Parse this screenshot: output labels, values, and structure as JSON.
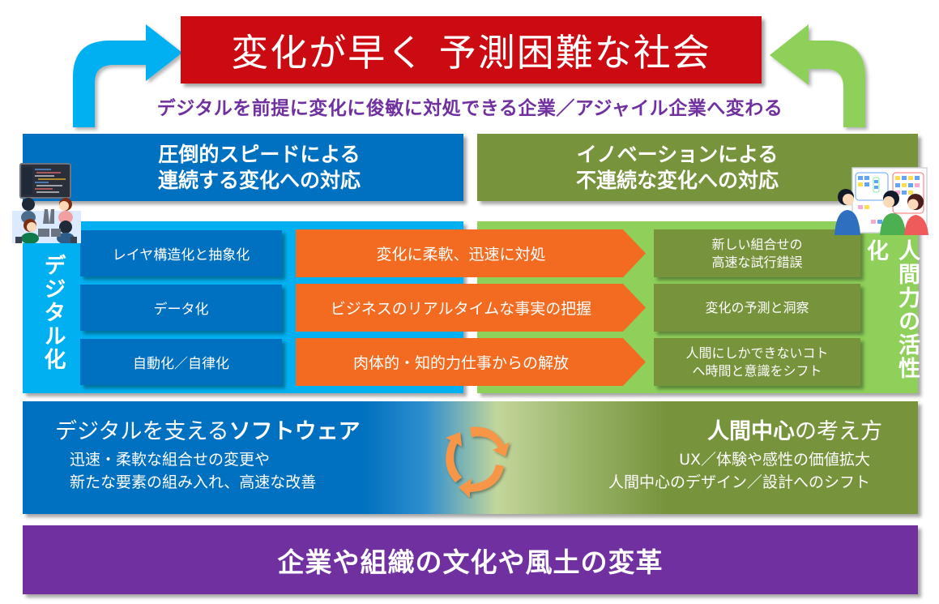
{
  "title": "変化が早く 予測困難な社会",
  "subtitle": "デジタルを前提に変化に俊敏に対処できる企業／アジャイル企業へ変わる",
  "left_header": {
    "line1": "圧倒的スピードによる",
    "line2": "連続する変化への対応"
  },
  "right_header": {
    "line1": "イノベーションによる",
    "line2": "不連続な変化への対応"
  },
  "left_panel": {
    "label": "デジタル化",
    "items": [
      "レイヤ構造化と抽象化",
      "データ化",
      "自動化／自律化"
    ]
  },
  "center_arrows": [
    "変化に柔軟、迅速に対処",
    "ビジネスのリアルタイムな事実の把握",
    "肉体的・知的力仕事からの解放"
  ],
  "right_panel": {
    "label": "人間力の活性化",
    "items": [
      {
        "line1": "新しい組合せの",
        "line2": "高速な試行錯誤"
      },
      {
        "line1": "変化の予測と洞察",
        "line2": ""
      },
      {
        "line1": "人間にしかできないコト",
        "line2": "へ時間と意識をシフト"
      }
    ]
  },
  "lower_left": {
    "title_prefix": "デジタルを支える",
    "title_bold": "ソフトウェア",
    "line1": "迅速・柔軟な組合せの変更や",
    "line2": "新たな要素の組み入れ、高速な改善"
  },
  "lower_right": {
    "title_bold": "人間中心",
    "title_suffix": "の考え方",
    "line1": "UX／体験や感性の価値拡大",
    "line2": "人間中心のデザイン／設計へのシフト"
  },
  "bottom_banner": "企業や組織の文化や風土の変革",
  "colors": {
    "title_red": "#cc0a12",
    "subtitle_purple": "#7030a0",
    "dark_blue": "#0070c0",
    "light_blue": "#00b0f0",
    "olive_green": "#77933c",
    "light_green": "#8ed05a",
    "orange": "#f26b21",
    "cycle_orange": "#f79646",
    "bottom_purple": "#7030a0",
    "arrow_blue": "#00b0f0",
    "arrow_green": "#8ed05a"
  },
  "icons": {
    "left_arrow": "curved-arrow-up-right",
    "right_arrow": "curved-arrow-up-left",
    "cycle": "circular-refresh-arrows",
    "left_illustration": "developers-at-screen",
    "right_illustration": "team-at-whiteboard"
  }
}
